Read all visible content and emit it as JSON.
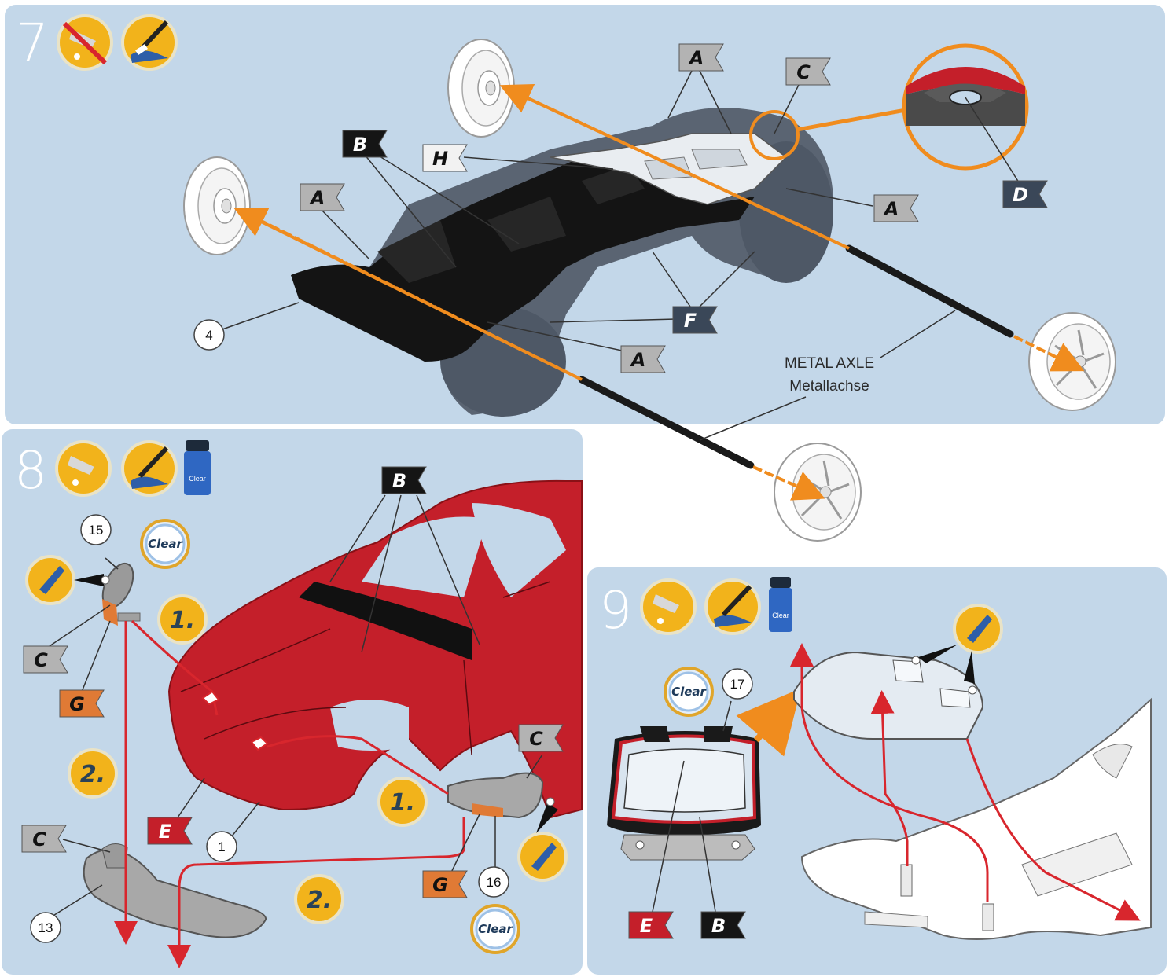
{
  "steps": {
    "step7": "7",
    "step8": "8",
    "step9": "9"
  },
  "flags": {
    "p7_A_top": "A",
    "p7_C_top": "C",
    "p7_B": "B",
    "p7_H": "H",
    "p7_A_left": "A",
    "p7_A_right": "A",
    "p7_D": "D",
    "p7_F": "F",
    "p7_A_bottom": "A",
    "p8_B": "B",
    "p8_C_left": "C",
    "p8_G_left": "G",
    "p8_E": "E",
    "p8_C_bottomleft": "C",
    "p8_C_right": "C",
    "p8_G_right": "G",
    "p9_E": "E",
    "p9_B": "B"
  },
  "part_numbers": {
    "p7_4": "4",
    "p8_15": "15",
    "p8_1": "1",
    "p8_13": "13",
    "p8_16": "16",
    "p9_17": "17"
  },
  "sub_steps": {
    "p8_1_left": "1.",
    "p8_2_left": "2.",
    "p8_1_right": "1.",
    "p8_2_right": "2."
  },
  "clear_badges": {
    "p8_top": "Clear",
    "p8_bottom": "Clear",
    "p9": "Clear"
  },
  "paint_bottle_label": "Clear",
  "axle_label": {
    "en": "METAL AXLE",
    "de": "Metallachse"
  },
  "icons": [
    "no-glue-icon",
    "paint-brush-icon",
    "glue-icon",
    "clear-paint-bottle-icon",
    "knife-cut-icon"
  ],
  "colors": {
    "panel_bg": "#c3d7e9",
    "body_red": "#c41f2a",
    "chassis_black": "#111111",
    "tire_grey": "#5a6472",
    "flag_grey": "#b3b3b3",
    "flag_black": "#151515",
    "flag_white": "#f2f2f2",
    "flag_navy": "#3a4758",
    "flag_red": "#c41f2a",
    "flag_orange": "#e07a35",
    "icon_yellow": "#f2b31b",
    "guide_orange": "#f08c1e",
    "guide_red": "#d8262d"
  }
}
